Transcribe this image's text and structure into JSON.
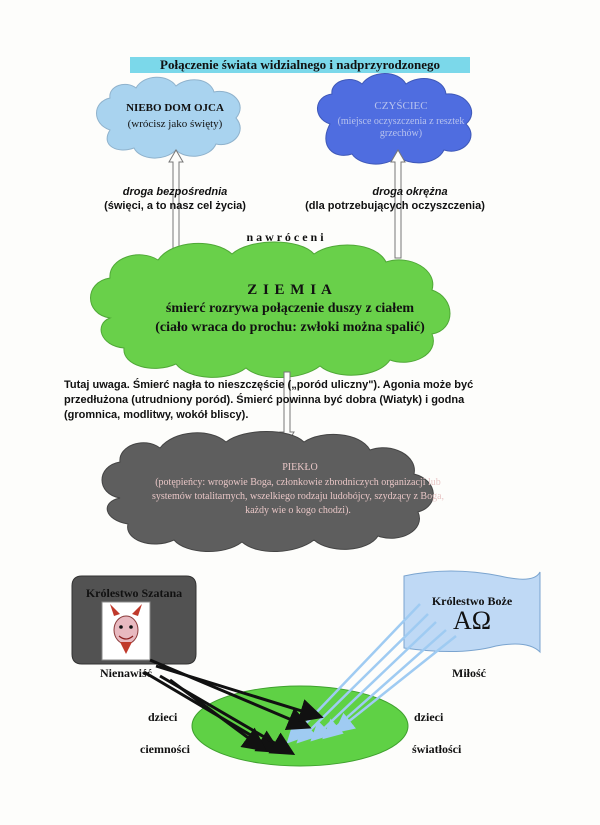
{
  "title": "Połączenie świata widzialnego i nadprzyrodzonego",
  "heaven": {
    "title": "NIEBO DOM OJCA",
    "subtitle": "(wrócisz jako święty)"
  },
  "purgatory": {
    "title": "CZYŚCIEC",
    "subtitle": "(miejsce oczyszczenia z resztek grzechów)"
  },
  "direct_path": {
    "label": "droga bezpośrednia",
    "note": "(święci, a to nasz cel życia)"
  },
  "indirect_path": {
    "label": "droga okrężna",
    "note": "(dla potrzebujących oczyszczenia)"
  },
  "conversion": "n a w r ó c e n i",
  "earth": {
    "title": "Z I E M I A",
    "line1": "śmierć rozrywa połączenie duszy z ciałem",
    "line2": "(ciało wraca do prochu: zwłoki można spalić)"
  },
  "warning": "Tutaj uwaga. Śmierć nagła to nieszczęście („poród uliczny\"). Agonia może być przedłużona  (utrudniony poród). Śmierć powinna być dobra (Wiatyk) i godna (gromnica, modlitwy, wokół bliscy).",
  "hell": {
    "title": "PIEKŁO",
    "description": "(potępieńcy: wrogowie Boga, członkowie zbrodniczych organizacji lub systemów totalitarnych, wszelkiego rodzaju ludobójcy, szydzący z Boga, każdy wie o kogo chodzi)."
  },
  "satan_kingdom": "Królestwo Szatana",
  "god_kingdom": {
    "title": "Królestwo Boże",
    "symbol": "AΩ"
  },
  "hatred": "Nienawiść",
  "love": "Miłość",
  "children_left": {
    "line1": "dzieci",
    "line2": "ciemności"
  },
  "children_right": {
    "line1": "dzieci",
    "line2": "światłości"
  },
  "colors": {
    "title_bg": "#7bd8ea",
    "heaven": "#a9d3ef",
    "purgatory": "#4f6de0",
    "earth": "#69d04a",
    "hell": "#5e5e5e",
    "satan": "#525252",
    "god_flag": "#bfd9f5",
    "love_arrow": "#9fcbf2",
    "hate_arrow": "#111111",
    "oval": "#5fd145"
  }
}
